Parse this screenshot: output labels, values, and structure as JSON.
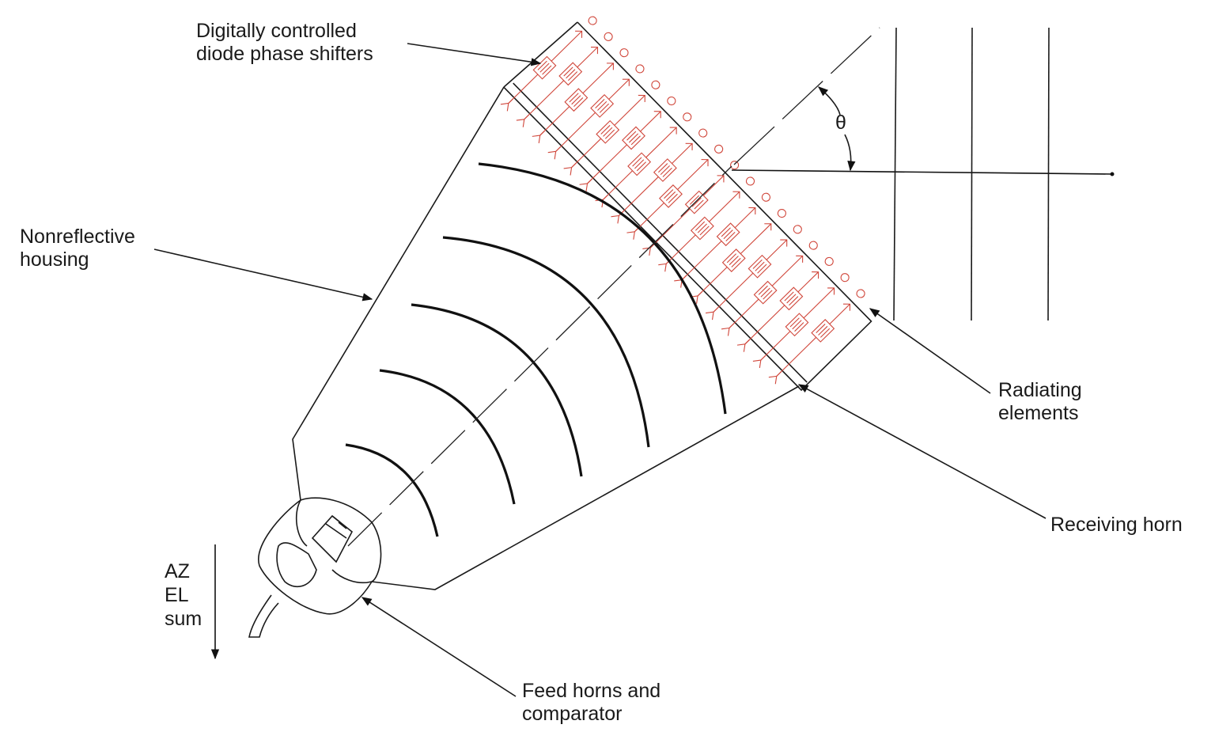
{
  "title": "Phased array antenna with receiving horn, digitally controlled diode phase shifters and feed horns",
  "labels": {
    "phase_shifters": [
      "Digitally controlled",
      "diode phase shifters"
    ],
    "housing": [
      "Nonreflective",
      "housing"
    ],
    "radiating": [
      "Radiating",
      "elements"
    ],
    "receiving_horn": "Receiving horn",
    "feed": [
      "Feed horns and",
      "comparator"
    ],
    "outputs": [
      "AZ",
      "EL",
      "sum"
    ],
    "angle": "θ"
  },
  "array": {
    "element_count": 18
  },
  "colors": {
    "ink": "#1a1a1a",
    "array": "#d0463a"
  }
}
